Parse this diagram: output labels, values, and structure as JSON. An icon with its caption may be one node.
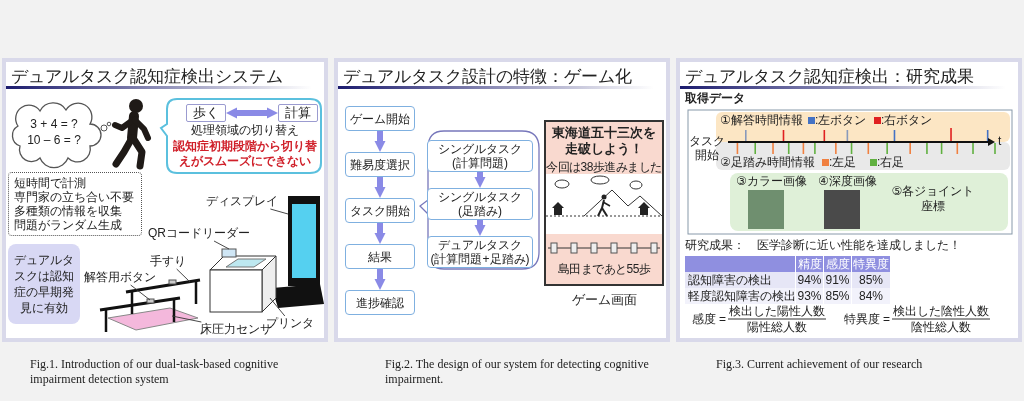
{
  "diagram": {
    "nodes": [
      {
        "text": [
          "デュアルタスク認知症検出システム"
        ],
        "beside": [
          "Fig.1. Introduction of our dual-task-based cognitive impairment detection system"
        ]
      },
      {
        "text": [
          "3 + 4 = ?",
          "10 – 6 = ?"
        ],
        "in": 0
      },
      {
        "text": [],
        "shape": "person",
        "in": 0
      },
      {
        "text": [
          "処理領域の切り替え",
          "認知症初期段階から切り替えがスムーズにできない"
        ],
        "in": 0
      },
      {
        "text": [
          "歩く"
        ],
        "in": 3
      },
      {
        "text": [
          "計算"
        ],
        "in": 3
      },
      {
        "text": [
          "短時間で計測",
          "専門家の立ち合い不要",
          "多種類の情報を収集",
          "問題がランダム生成"
        ],
        "in": 0
      },
      {
        "text": [
          "デュアルタスクは認知症の早期発見に有効"
        ],
        "in": 0
      },
      {
        "text": [
          "手すり"
        ],
        "in": 0
      },
      {
        "text": [
          "解答用ボタン"
        ],
        "in": 0
      },
      {
        "text": [
          "QRコードリーダー"
        ],
        "in": 0
      },
      {
        "text": [
          "ディスプレイ"
        ],
        "in": 0
      },
      {
        "text": [
          "プリンタ"
        ],
        "in": 0
      },
      {
        "text": [
          "床圧力センサ"
        ],
        "in": 0
      },
      {
        "text": [
          "デュアルタスク設計の特徴：ゲーム化"
        ],
        "beside": [
          "Fig.2. The design of our system for detecting cognitive impairment."
        ]
      },
      {
        "text": [
          "ゲーム開始"
        ],
        "in": 14
      },
      {
        "text": [
          "難易度選択"
        ],
        "in": 14
      },
      {
        "text": [
          "タスク開始"
        ],
        "in": 14
      },
      {
        "text": [
          "結果"
        ],
        "in": 14
      },
      {
        "text": [
          "進捗確認"
        ],
        "in": 14
      },
      {
        "text": [],
        "shape": "box",
        "in": 14
      },
      {
        "text": [
          "シングルタスク",
          "(計算問題)"
        ],
        "in": 20
      },
      {
        "text": [
          "シングルタスク",
          "(足踏み)"
        ],
        "in": 20
      },
      {
        "text": [
          "デュアルタスク",
          "(計算問題+足踏み)"
        ],
        "in": 20
      },
      {
        "text": [
          "東海道五十三次を走破しよう！",
          "今回は38歩進みました",
          "島田まであと55歩"
        ],
        "beside": [
          "ゲーム画面"
        ],
        "in": 14
      },
      {
        "text": [
          "デュアルタスク認知症検出：研究成果"
        ],
        "beside": [
          "Fig.3. Current achievement of our research"
        ]
      },
      {
        "text": [
          "⑤各ジョイント座標"
        ],
        "in": 25
      }
    ],
    "edges": [
      {
        "from": 4,
        "to": 5,
        "arrow": "both"
      },
      {
        "from": 15,
        "to": 16,
        "arrow": "to"
      },
      {
        "from": 16,
        "to": 17,
        "arrow": "to"
      },
      {
        "from": 17,
        "to": 18,
        "arrow": "to"
      },
      {
        "from": 18,
        "to": 19,
        "arrow": "to"
      },
      {
        "from": 21,
        "to": 22,
        "arrow": "to"
      },
      {
        "from": 22,
        "to": 23,
        "arrow": "to"
      },
      {
        "from": 8,
        "to": null,
        "arrow": "none",
        "color": "#333333"
      },
      {
        "from": 9,
        "to": null,
        "arrow": "none",
        "color": "#333333"
      },
      {
        "from": 10,
        "to": null,
        "arrow": "none",
        "color": "#333333"
      },
      {
        "from": 11,
        "to": null,
        "arrow": "none",
        "color": "#333333"
      },
      {
        "from": 12,
        "to": null,
        "arrow": "none",
        "color": "#333333"
      },
      {
        "from": 13,
        "to": null,
        "arrow": "none",
        "color": "#333333"
      }
    ],
    "labels": [
      "取得データ",
      "①解答時間情報",
      "タスク開始",
      "t",
      "②足踏み時間情報",
      "③カラー画像",
      "④深度画像",
      "研究成果：　医学診断に近い性能を達成しました！",
      "精度",
      "感度",
      "特異度",
      "認知障害の検出",
      "94%",
      "91%",
      "85%",
      "軽度認知障害の検出",
      "93%",
      "85%",
      "84%",
      "感度 =",
      "検出した陽性人数",
      "陽性総人数",
      "特異度 =",
      "検出した陰性人数",
      "陰性総人数"
    ],
    "legend": [
      {
        "text": ":左ボタン",
        "color": "#4472c4"
      },
      {
        "text": ":右ボタン",
        "color": "#e02020"
      },
      {
        "text": ":左足",
        "color": "#f08040"
      },
      {
        "text": ":右足",
        "color": "#60b040"
      }
    ]
  }
}
